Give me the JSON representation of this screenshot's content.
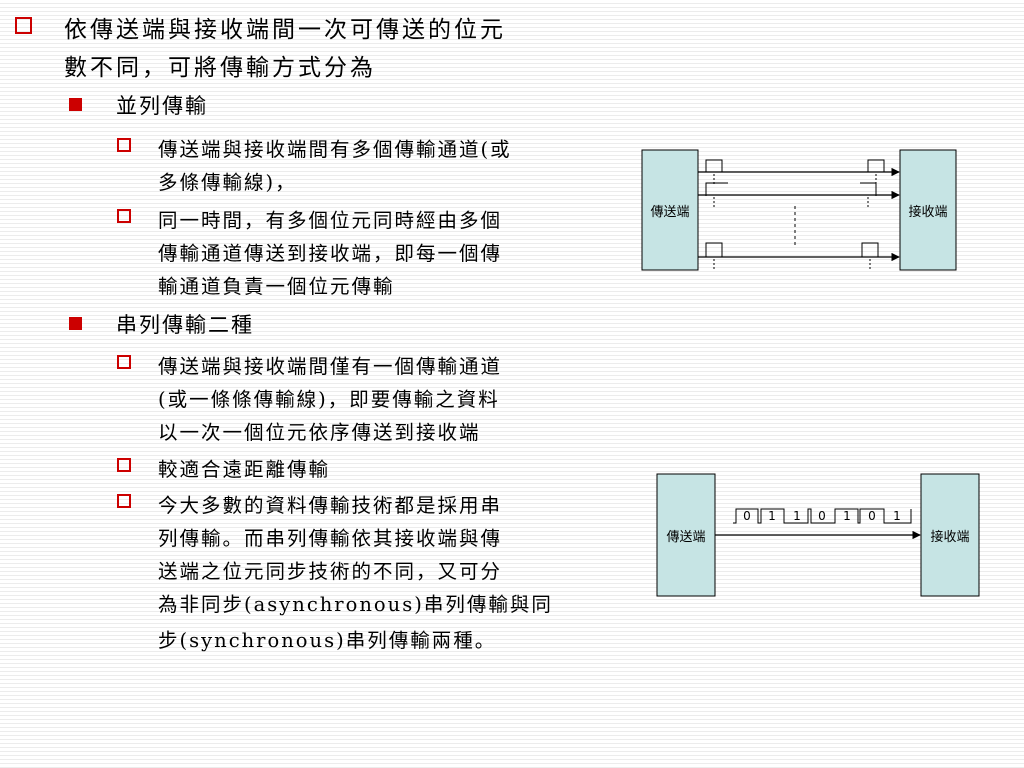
{
  "slide": {
    "point1": {
      "lines": [
        "依傳送端與接收端間一次可傳送的位元",
        "數不同，可將傳輸方式分為"
      ]
    },
    "parallel": {
      "title": "並列傳輸",
      "items": [
        {
          "lines": [
            "傳送端與接收端間有多個傳輸通道(或",
            "多條傳輸線)，"
          ]
        },
        {
          "lines": [
            "同一時間，有多個位元同時經由多個",
            "傳輸通道傳送到接收端，即每一個傳",
            "輸通道負責一個位元傳輸"
          ]
        }
      ]
    },
    "serial": {
      "title": "串列傳輸二種",
      "items": [
        {
          "lines": [
            "傳送端與接收端間僅有一個傳輸通道",
            "(或一條條傳輸線)，即要傳輸之資料",
            "以一次一個位元依序傳送到接收端"
          ]
        },
        {
          "lines": [
            "較適合遠距離傳輸"
          ]
        },
        {
          "lines": [
            "今大多數的資料傳輸技術都是採用串",
            "列傳輸。而串列傳輸依其接收端與傳",
            "送端之位元同步技術的不同，又可分",
            "為非同步(asynchronous)串列傳輸與同",
            "步(synchronous)串列傳輸兩種。"
          ]
        }
      ]
    }
  },
  "diagrams": {
    "parallel": {
      "sender": "傳送端",
      "receiver": "接收端"
    },
    "serial": {
      "sender": "傳送端",
      "receiver": "接收端",
      "bits": [
        "0",
        "1",
        "1",
        "0",
        "1",
        "0",
        "1"
      ]
    }
  },
  "colors": {
    "bullet": "#cc0000",
    "box_fill": "#c6e4e4"
  }
}
